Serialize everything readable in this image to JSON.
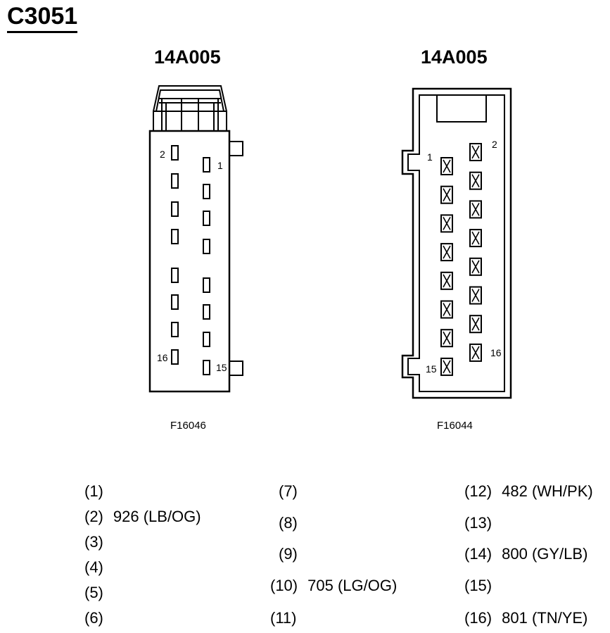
{
  "header": {
    "title": "C3051"
  },
  "connectors": [
    {
      "label": "14A005",
      "figure_id": "F16046",
      "pin_labels": [
        "2",
        "1",
        "16",
        "15"
      ]
    },
    {
      "label": "14A005",
      "figure_id": "F16044",
      "pin_labels": [
        "1",
        "2",
        "15",
        "16"
      ]
    }
  ],
  "pins": [
    {
      "num": "(1)",
      "wire": ""
    },
    {
      "num": "(2)",
      "wire": "926 (LB/OG)"
    },
    {
      "num": "(3)",
      "wire": ""
    },
    {
      "num": "(4)",
      "wire": ""
    },
    {
      "num": "(5)",
      "wire": ""
    },
    {
      "num": "(6)",
      "wire": ""
    },
    {
      "num": "(7)",
      "wire": ""
    },
    {
      "num": "(8)",
      "wire": ""
    },
    {
      "num": "(9)",
      "wire": ""
    },
    {
      "num": "(10)",
      "wire": "705 (LG/OG)"
    },
    {
      "num": "(11)",
      "wire": ""
    },
    {
      "num": "(12)",
      "wire": "482 (WH/PK)"
    },
    {
      "num": "(13)",
      "wire": ""
    },
    {
      "num": "(14)",
      "wire": "800 (GY/LB)"
    },
    {
      "num": "(15)",
      "wire": ""
    },
    {
      "num": "(16)",
      "wire": "801 (TN/YE)"
    }
  ]
}
